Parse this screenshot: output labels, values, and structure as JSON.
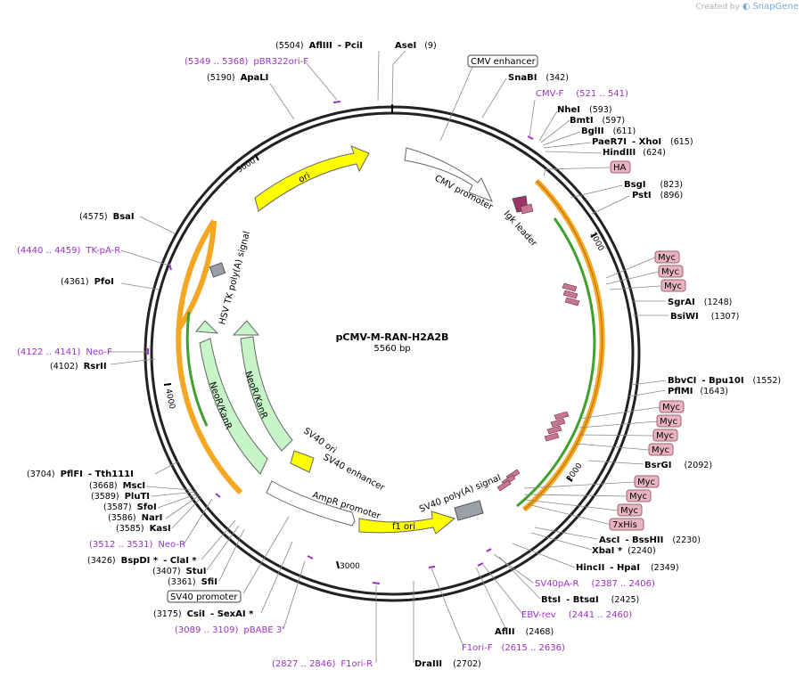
{
  "branding": {
    "prefix": "Created by",
    "name": "SnapGene"
  },
  "plasmid": {
    "name": "pCMV-M-RAN-H2A2B",
    "length_label": "5560 bp",
    "length": 5560
  },
  "ticks": [
    "1000",
    "2000",
    "3000",
    "4000",
    "5000"
  ],
  "features": [
    {
      "name": "ori",
      "color": "#ffff00",
      "dir": "cw"
    },
    {
      "name": "CMV promoter",
      "color": "#ffffff",
      "dir": "cw"
    },
    {
      "name": "Igk leader",
      "color": "#a03068",
      "dir": "cw"
    },
    {
      "name": "HSV TK poly(A) signal",
      "color": "#9aa0a8",
      "dir": "none"
    },
    {
      "name": "NeoR/KanR",
      "color": "#c8f5c8",
      "dir": "ccw"
    },
    {
      "name": "NeoR/KanR",
      "color": "#c8f5c8",
      "dir": "ccw"
    },
    {
      "name": "SV40 ori",
      "color": "#ffff00",
      "dir": "none"
    },
    {
      "name": "SV40 enhancer",
      "color": "#ffffff",
      "dir": "none"
    },
    {
      "name": "AmpR promoter",
      "color": "#ffffff",
      "dir": "ccw"
    },
    {
      "name": "f1 ori",
      "color": "#ffff00",
      "dir": "cw"
    },
    {
      "name": "SV40 poly(A) signal",
      "color": "#9aa0a8",
      "dir": "none"
    }
  ],
  "tags": [
    "HA",
    "Myc",
    "Myc",
    "Myc",
    "Myc",
    "Myc",
    "Myc",
    "Myc",
    "Myc",
    "Myc",
    "Myc",
    "7xHis"
  ],
  "sites": [
    {
      "name": "AflIII",
      "extra": "PciI",
      "pos": "(5504)"
    },
    {
      "name": "AseI",
      "pos": "(9)"
    },
    {
      "name": "ApaLI",
      "pos": "(5190)"
    },
    {
      "name": "SnaBI",
      "pos": "(342)"
    },
    {
      "name": "NheI",
      "pos": "(593)"
    },
    {
      "name": "BmtI",
      "pos": "(597)"
    },
    {
      "name": "BglII",
      "pos": "(611)"
    },
    {
      "name": "PaeR7I",
      "extra": "XhoI",
      "pos": "(615)"
    },
    {
      "name": "HindIII",
      "pos": "(624)"
    },
    {
      "name": "BsgI",
      "pos": "(823)"
    },
    {
      "name": "PstI",
      "pos": "(896)"
    },
    {
      "name": "BsaI",
      "pos": "(4575)"
    },
    {
      "name": "PfoI",
      "pos": "(4361)"
    },
    {
      "name": "RsrII",
      "pos": "(4102)"
    },
    {
      "name": "SgrAI",
      "pos": "(1248)"
    },
    {
      "name": "BsiWI",
      "pos": "(1307)"
    },
    {
      "name": "BbvCI",
      "extra": "Bpu10I",
      "pos": "(1552)"
    },
    {
      "name": "PflMI",
      "pos": "(1643)"
    },
    {
      "name": "BsrGI",
      "pos": "(2092)"
    },
    {
      "name": "AscI",
      "extra": "BssHII",
      "pos": "(2230)"
    },
    {
      "name": "XbaI *",
      "pos": "(2240)"
    },
    {
      "name": "HincII",
      "extra": "HpaI",
      "pos": "(2349)"
    },
    {
      "name": "BtsI",
      "extra": "BtsαI",
      "pos": "(2425)"
    },
    {
      "name": "AflII",
      "pos": "(2468)"
    },
    {
      "name": "DraIII",
      "pos": "(2702)"
    },
    {
      "name": "PflFI",
      "extra": "Tth111I",
      "pos": "(3704)",
      "pre": true
    },
    {
      "name": "MscI",
      "pos": "(3668)",
      "pre": true
    },
    {
      "name": "PluTI",
      "pos": "(3589)",
      "pre": true
    },
    {
      "name": "SfoI",
      "pos": "(3587)",
      "pre": true
    },
    {
      "name": "NarI",
      "pos": "(3586)",
      "pre": true
    },
    {
      "name": "KasI",
      "pos": "(3585)",
      "pre": true
    },
    {
      "name": "BspDI *",
      "extra": "ClaI *",
      "pos": "(3426)",
      "pre": true
    },
    {
      "name": "StuI",
      "pos": "(3407)",
      "pre": true
    },
    {
      "name": "SfiI",
      "pos": "(3361)",
      "pre": true
    },
    {
      "name": "CsiI",
      "extra": "SexAI *",
      "pos": "(3175)",
      "pre": true
    }
  ],
  "primers": [
    {
      "range": "(5349 .. 5368)",
      "name": "pBR322ori-F"
    },
    {
      "range": "(521 .. 541)",
      "name": "CMV-F"
    },
    {
      "range": "(4440 .. 4459)",
      "name": "TK-pA-R"
    },
    {
      "range": "(4122 .. 4141)",
      "name": "Neo-F"
    },
    {
      "range": "(3512 .. 3531)",
      "name": "Neo-R"
    },
    {
      "range": "(3089 .. 3109)",
      "name": "pBABE 3'"
    },
    {
      "range": "(2827 .. 2846)",
      "name": "F1ori-R"
    },
    {
      "range": "(2615 .. 2636)",
      "name": "F1ori-F"
    },
    {
      "range": "(2441 .. 2460)",
      "name": "EBV-rev"
    },
    {
      "range": "(2387 .. 2406)",
      "name": "SV40pA-R"
    }
  ],
  "boxed_labels": [
    "CMV enhancer",
    "SV40 promoter"
  ]
}
